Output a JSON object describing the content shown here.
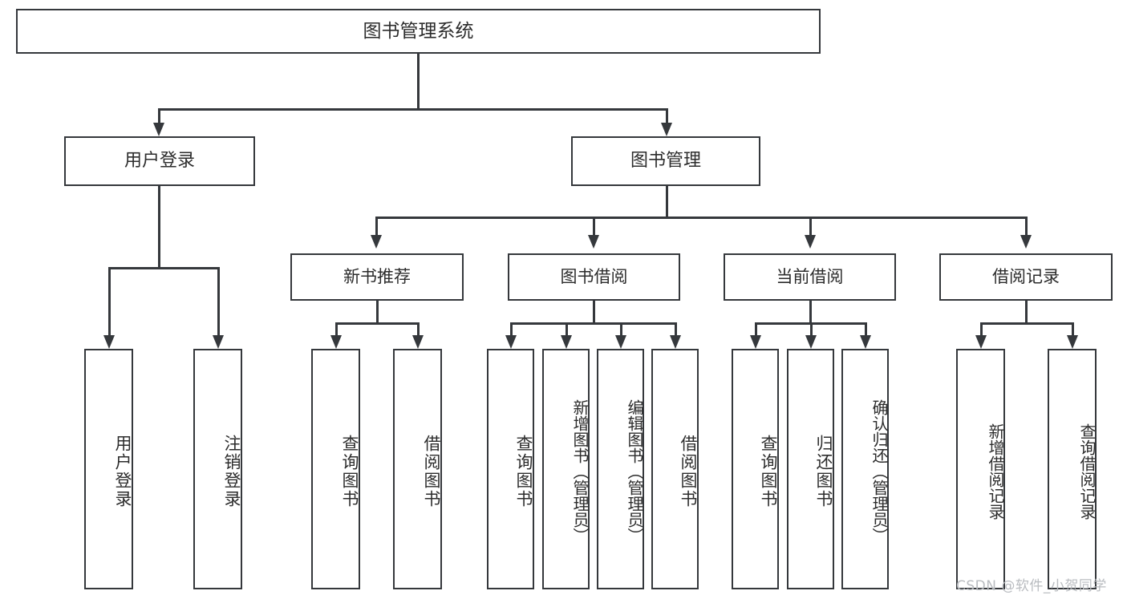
{
  "diagram": {
    "type": "tree",
    "title": "图书管理系统",
    "watermark": "CSDN @软件_小贺同学",
    "colors": {
      "stroke": "#35383c",
      "fill": "#ffffff",
      "text": "#2c2c2c",
      "watermark": "#b9bcc0"
    },
    "root": {
      "label": "图书管理系统"
    },
    "level2": [
      {
        "label": "用户登录"
      },
      {
        "label": "图书管理"
      }
    ],
    "level3": [
      {
        "label": "新书推荐"
      },
      {
        "label": "图书借阅"
      },
      {
        "label": "当前借阅"
      },
      {
        "label": "借阅记录"
      }
    ],
    "leaves": {
      "user_login": [
        {
          "label": "用户登录"
        },
        {
          "label": "注销登录"
        }
      ],
      "new_book_recommend": [
        {
          "label": "查询图书"
        },
        {
          "label": "借阅图书"
        }
      ],
      "book_borrow": [
        {
          "label": "查询图书"
        },
        {
          "label": "新增图书（管理员）"
        },
        {
          "label": "编辑图书（管理员）"
        },
        {
          "label": "借阅图书"
        }
      ],
      "current_borrow": [
        {
          "label": "查询图书"
        },
        {
          "label": "归还图书"
        },
        {
          "label": "确认归还（管理员）"
        }
      ],
      "borrow_record": [
        {
          "label": "新增借阅记录"
        },
        {
          "label": "查询借阅记录"
        }
      ]
    }
  }
}
